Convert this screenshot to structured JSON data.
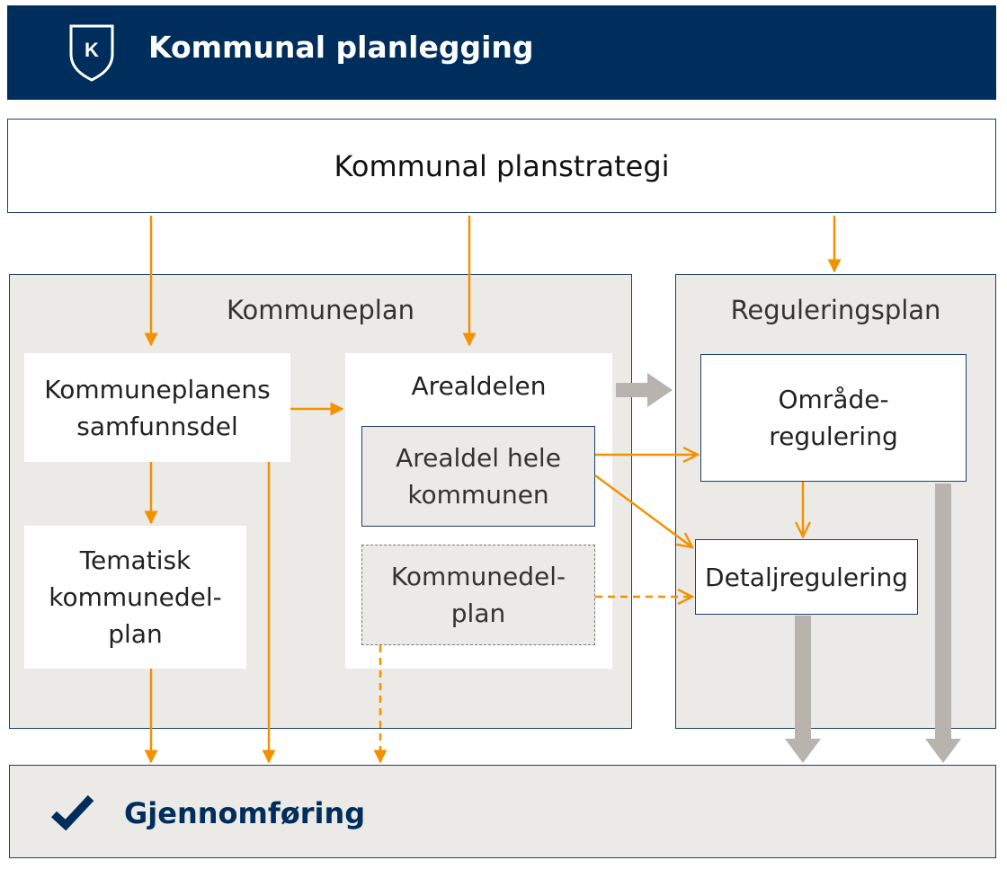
{
  "header": {
    "title": "Kommunal planlegging",
    "logo_letter": "K"
  },
  "strategy": {
    "label": "Kommunal planstrategi"
  },
  "kommuneplan": {
    "title": "Kommuneplan",
    "samfunnsdel": [
      "Kommuneplanens",
      "samfunnsdel"
    ],
    "tematisk": [
      "Tematisk",
      "kommunedel-",
      "plan"
    ],
    "arealdelen": {
      "title": "Arealdelen",
      "hele": [
        "Arealdel hele",
        "kommunen"
      ],
      "kommunedelplan": [
        "Kommunedel-",
        "plan"
      ]
    }
  },
  "reguleringsplan": {
    "title": "Reguleringsplan",
    "omrade": [
      "Område-",
      "regulering"
    ],
    "detalj": "Detaljregulering"
  },
  "gjennomforing": {
    "label": "Gjennomføring"
  },
  "colors": {
    "header_bg": "#002e5c",
    "arrow_orange": "#f39200",
    "arrow_grey": "#b8b3ad",
    "panel_bg": "#ebeae7"
  }
}
